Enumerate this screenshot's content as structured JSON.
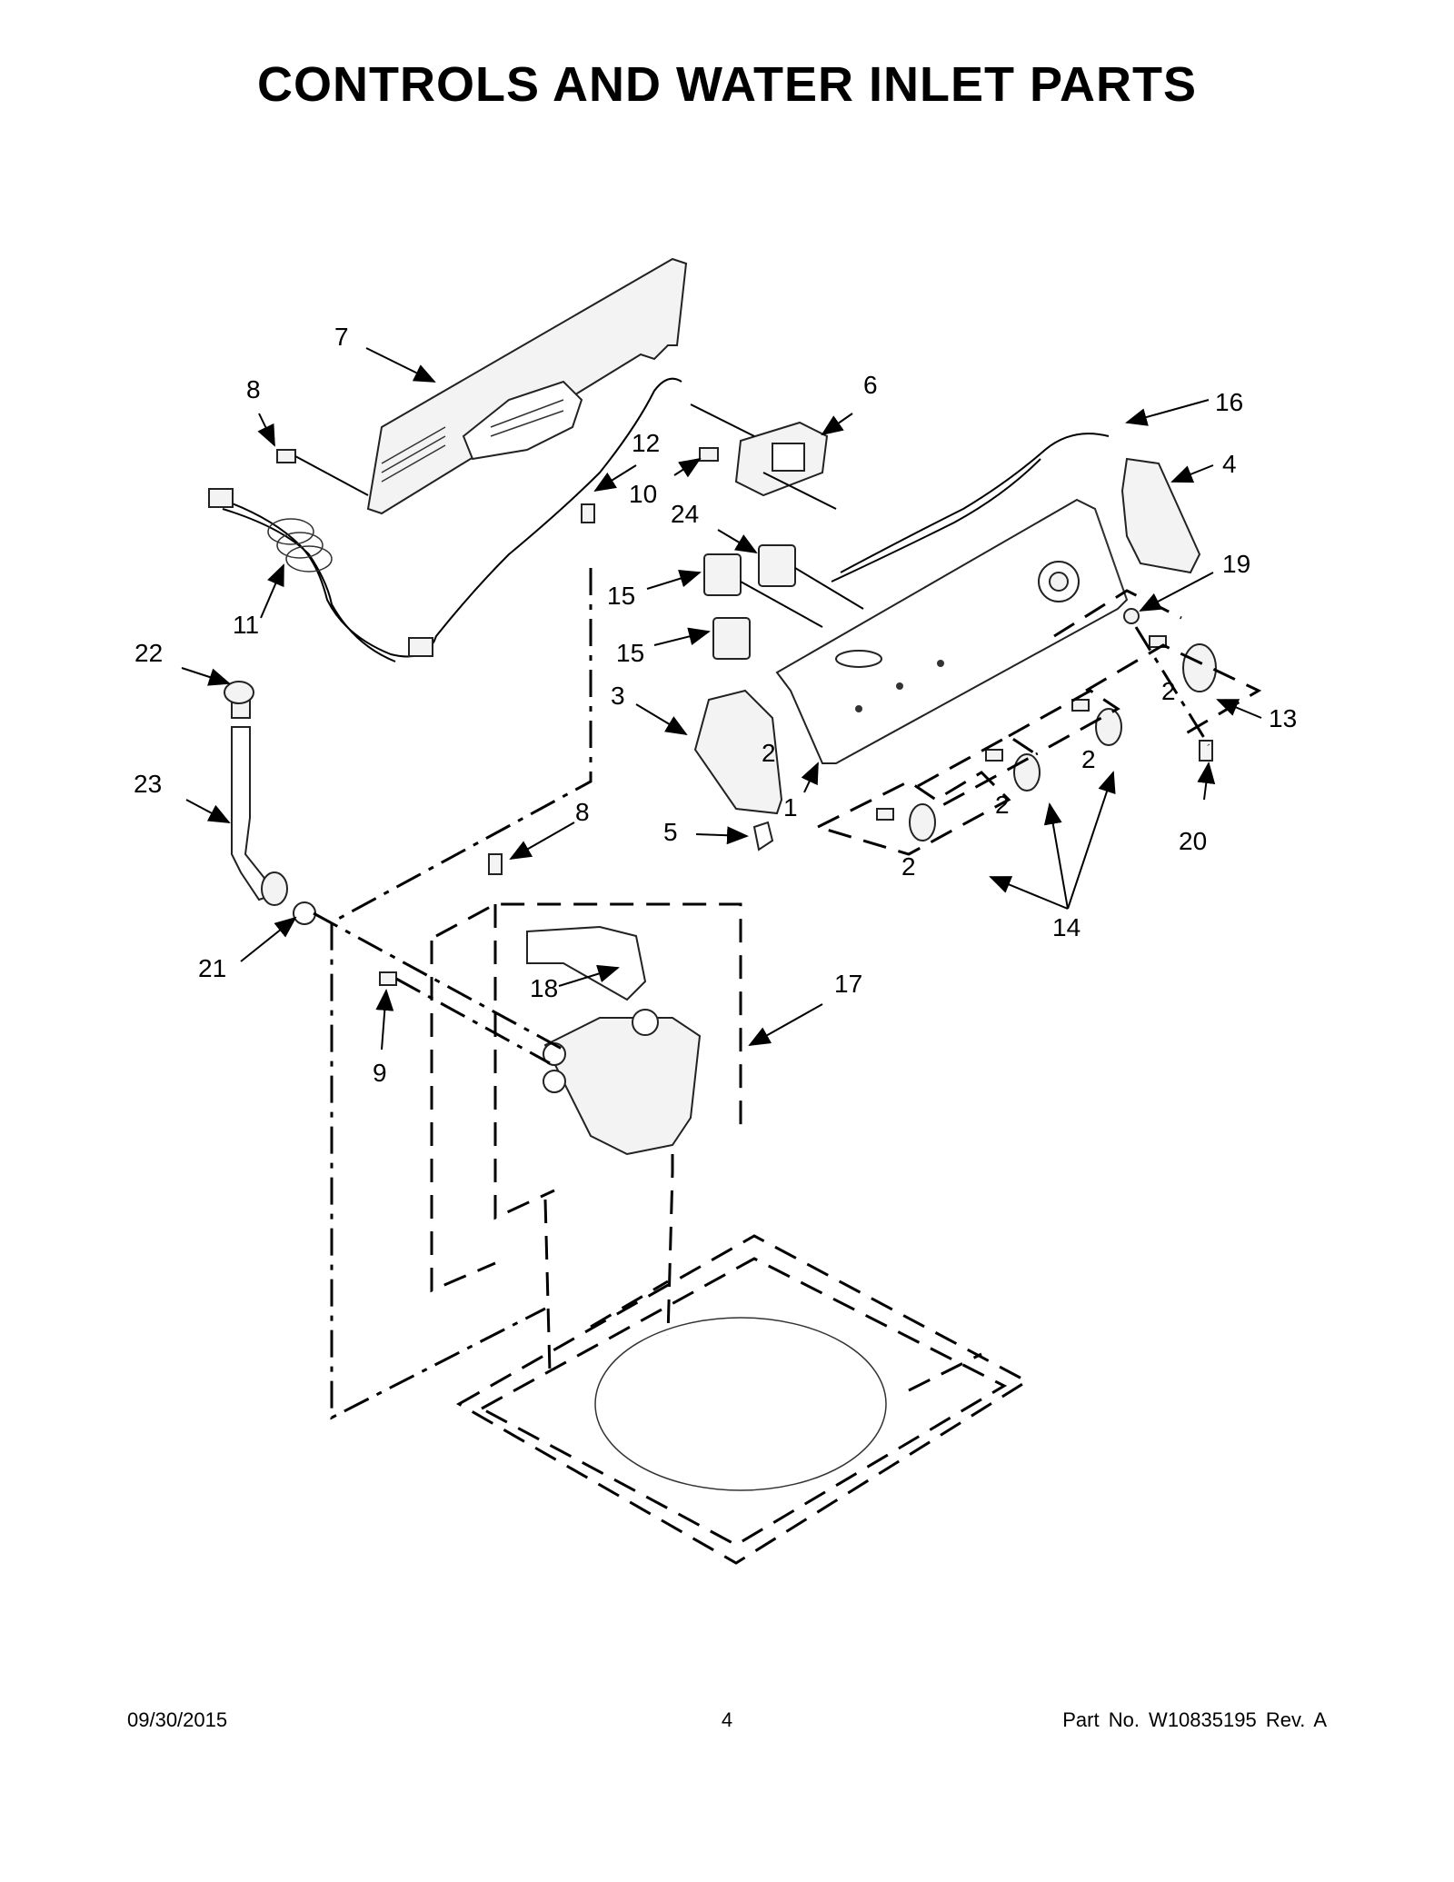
{
  "page": {
    "title": "CONTROLS AND WATER INLET PARTS"
  },
  "footer": {
    "date": "09/30/2015",
    "page_number": "4",
    "part_number": "Part No.  W10835195  Rev.  A"
  },
  "callouts": [
    "7",
    "8",
    "6",
    "16",
    "12",
    "10",
    "4",
    "24",
    "19",
    "11",
    "15",
    "22",
    "15",
    "3",
    "2",
    "13",
    "2",
    "2",
    "1",
    "23",
    "8",
    "2",
    "20",
    "5",
    "2",
    "14",
    "21",
    "18",
    "17",
    "9"
  ]
}
